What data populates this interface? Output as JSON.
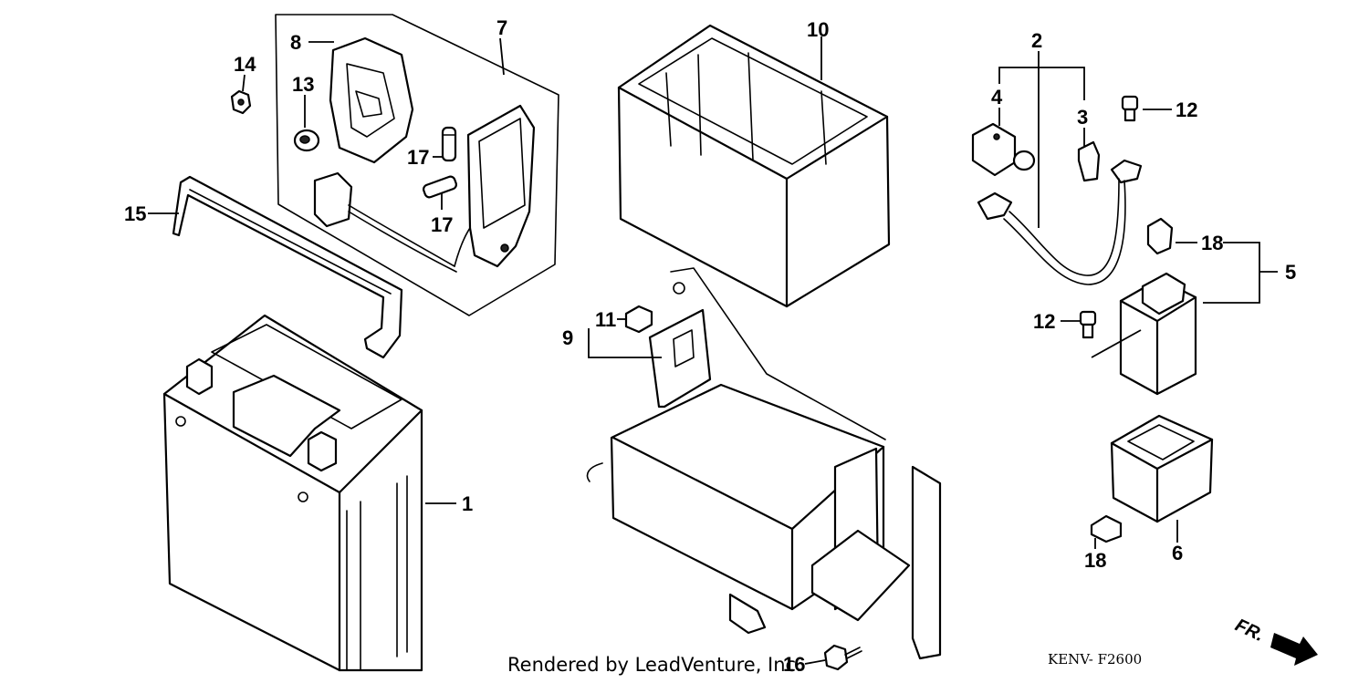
{
  "callouts": {
    "c1": "1",
    "c2": "2",
    "c3": "3",
    "c4": "4",
    "c5": "5",
    "c6": "6",
    "c7": "7",
    "c8": "8",
    "c9": "9",
    "c10": "10",
    "c11": "11",
    "c12a": "12",
    "c12b": "12",
    "c13": "13",
    "c14": "14",
    "c15": "15",
    "c16": "16",
    "c17a": "17",
    "c17b": "17",
    "c18a": "18",
    "c18b": "18"
  },
  "footer": {
    "credit": "Rendered by LeadVenture, Inc.",
    "code": "KENV- F2600",
    "direction": "FR."
  }
}
